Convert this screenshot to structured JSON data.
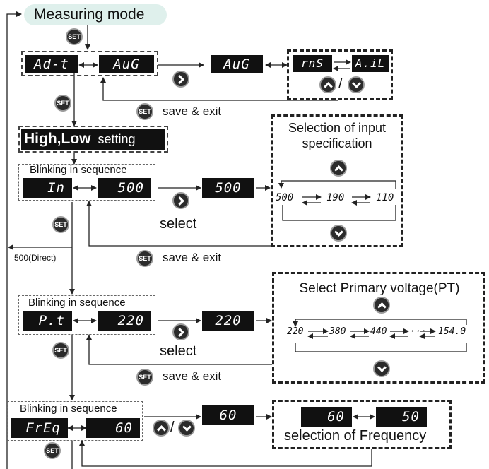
{
  "header": {
    "mode_label": "Measuring mode"
  },
  "buttons": {
    "set_label": "SET"
  },
  "section_ad": {
    "lcd_left": "Ad-t",
    "lcd_right": "AuG",
    "lcd_next": "AuG",
    "lcd_rms": "rnS",
    "lcd_avg": "A.iL",
    "separator": "/",
    "save_exit": "save & exit"
  },
  "section_hl": {
    "title_main": "High,Low",
    "title_sub": "setting"
  },
  "section_in": {
    "blinking": "Blinking in sequence",
    "lcd_left": "In",
    "lcd_right": "500",
    "lcd_next": "500",
    "select": "select",
    "save_exit": "save & exit",
    "direct": "500(Direct)",
    "spec_title": "Selection of input specification",
    "options": [
      "500",
      "190",
      "110"
    ]
  },
  "section_pt": {
    "blinking": "Blinking in sequence",
    "lcd_left": "P.t",
    "lcd_right": "220",
    "lcd_next": "220",
    "select": "select",
    "save_exit": "save & exit",
    "voltage_title": "Select Primary voltage(PT)",
    "options": [
      "220",
      "380",
      "440",
      "···",
      "154.0"
    ]
  },
  "section_freq": {
    "blinking": "Blinking in sequence",
    "lcd_left": "FrEq",
    "lcd_right": "60",
    "lcd_next": "60",
    "separator": "/",
    "opt_a": "60",
    "opt_b": "50",
    "freq_title": "selection of Frequency"
  }
}
